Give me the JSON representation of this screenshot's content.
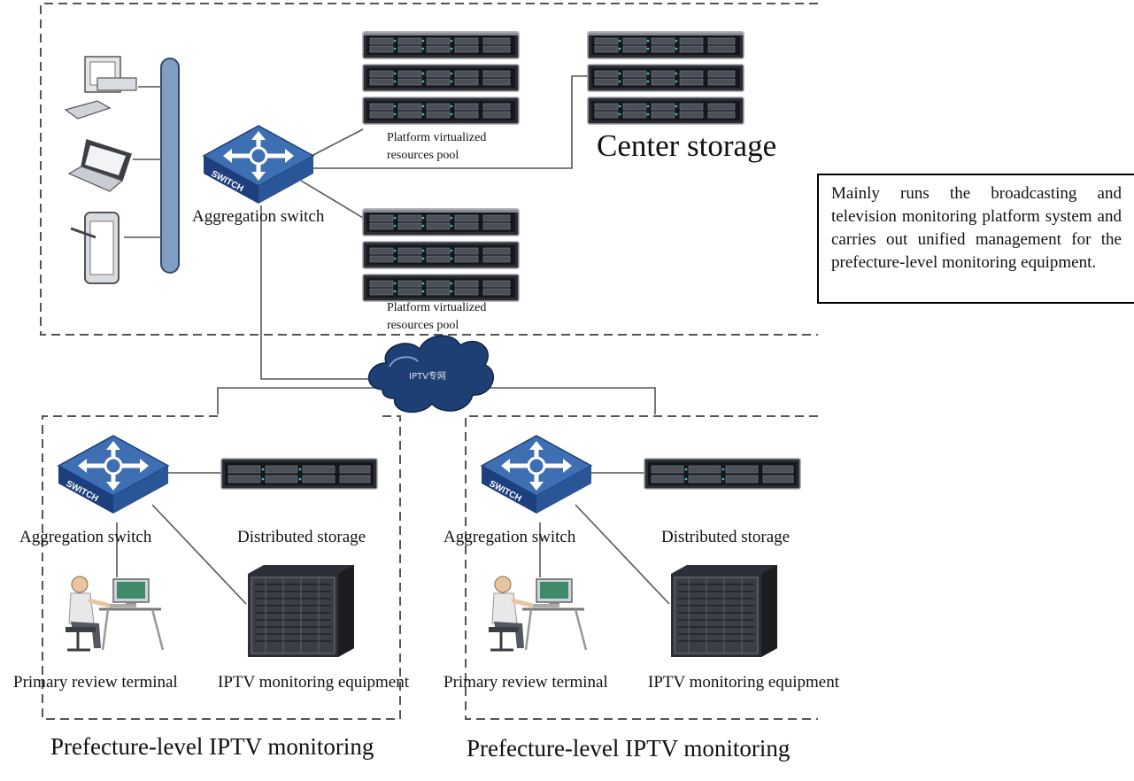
{
  "labels": {
    "pool_top": "Platform virtualized resources pool",
    "pool_bottom": "Platform virtualized resources pool",
    "center_storage": "Center storage",
    "aggregation_switch_top": "Aggregation switch",
    "cloud": "IPTV专网",
    "switch_badge": "SWITCH",
    "left": {
      "aggregation_switch": "Aggregation switch",
      "distributed_storage": "Distributed storage",
      "primary_review_terminal": "Primary review terminal",
      "iptv_monitoring_equipment": "IPTV monitoring equipment",
      "region_title": "Prefecture-level IPTV monitoring"
    },
    "right": {
      "aggregation_switch": "Aggregation switch",
      "distributed_storage": "Distributed storage",
      "primary_review_terminal": "Primary review terminal",
      "iptv_monitoring_equipment": "IPTV monitoring equipment",
      "region_title": "Prefecture-level IPTV monitoring"
    }
  },
  "description": "Mainly runs the broadcasting and television monitoring platform system and carries out unified management for the prefecture-level monitoring equipment.",
  "icons": [
    "desktop-computer-icon",
    "laptop-icon",
    "tablet-icon",
    "network-bus-icon",
    "switch-icon",
    "server-rack-icon",
    "cloud-icon",
    "operator-at-desk-icon",
    "monitoring-chassis-icon"
  ],
  "colors": {
    "switch_top": "#3e6fb3",
    "switch_side": "#1d3f7e",
    "bus_pipe": "#7f9fc2",
    "server_body": "#2a2d33",
    "cloud": "#1e3f73",
    "frame_dash": "#555555"
  }
}
